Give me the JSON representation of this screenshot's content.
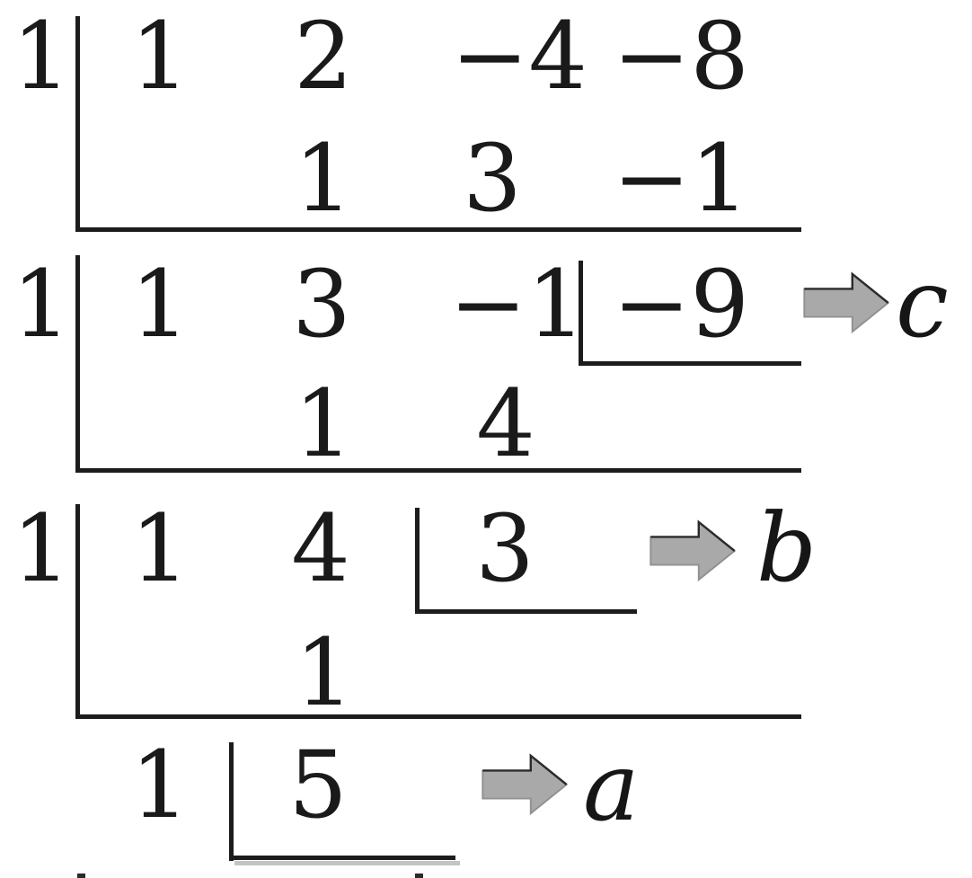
{
  "colors": {
    "ink": "#1a1a1a",
    "arrow_fill": "#a9a9a9",
    "arrow_edge_dark": "#2b2b2b",
    "arrow_edge_light": "#909090",
    "bracket_shadow": "#c4c4c4"
  },
  "block1": {
    "divisor": "1",
    "row1": {
      "c1": "1",
      "c2": "2",
      "c3": "−4",
      "c4": "−8"
    },
    "row2": {
      "c2": "1",
      "c3": "3",
      "c4": "−1"
    }
  },
  "block2": {
    "divisor": "1",
    "row1": {
      "c1": "1",
      "c2": "3",
      "c3": "−1"
    },
    "remainder": "−9",
    "label": "c",
    "row2": {
      "c2": "1",
      "c3": "4"
    }
  },
  "block3": {
    "divisor": "1",
    "row1": {
      "c1": "1",
      "c2": "4"
    },
    "remainder": "3",
    "label": "b",
    "row2": {
      "c2": "1"
    }
  },
  "block4": {
    "row": {
      "c1": "1"
    },
    "remainder": "5",
    "label": "a"
  }
}
